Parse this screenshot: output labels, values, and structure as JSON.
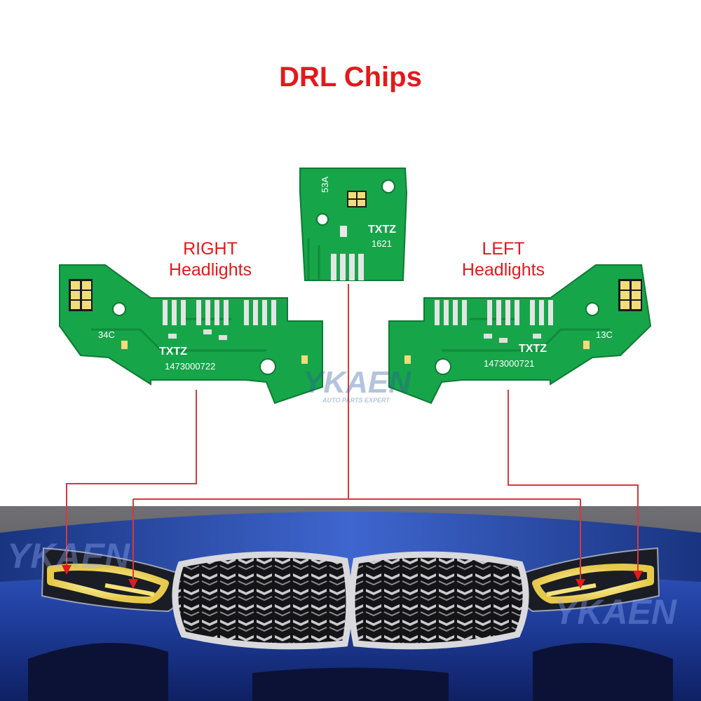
{
  "title": "DRL Chips",
  "labels": {
    "right_line1": "RIGHT",
    "right_line2": "Headlights",
    "left_line1": "LEFT",
    "left_line2": "Headlights"
  },
  "boards": {
    "center": {
      "code": "53A",
      "brand": "TXTZ",
      "number": "1621"
    },
    "right": {
      "code": "34C",
      "brand": "TXTZ",
      "part": "1473000722"
    },
    "left": {
      "code": "13C",
      "brand": "TXTZ",
      "part": "1473000721"
    }
  },
  "watermark": {
    "brand": "YKAEN",
    "tagline": "AUTO PARTS EXPERT"
  },
  "colors": {
    "accent_red": "#e3191c",
    "pcb_green": "#17a54a",
    "car_blue": "#1f3f9e",
    "drl_yellow": "#f4e27a"
  }
}
